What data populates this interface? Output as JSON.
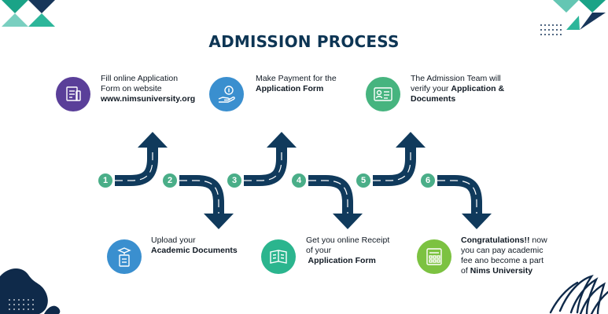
{
  "title": "ADMISSION PROCESS",
  "colors": {
    "navy": "#103a5c",
    "title": "#0d3554",
    "teal": "#2bb58e",
    "green": "#4aae88",
    "purple": "#5a3f99",
    "blue": "#3a8fcf",
    "green_icon": "#46b47f",
    "lime": "#7cc241"
  },
  "steps": [
    {
      "number": "1",
      "icon": "application-form-icon",
      "color": "#5a3f99",
      "lines": [
        {
          "a": "Fill online Application"
        },
        {
          "a": "Form on website"
        },
        {
          "b": "www.nimsuniversity.org"
        }
      ]
    },
    {
      "number": "2",
      "icon": "academic-documents-icon",
      "color": "#3a8fcf",
      "lines": [
        {
          "a": "Upload your"
        },
        {
          "b": "Academic Documents"
        }
      ]
    },
    {
      "number": "3",
      "icon": "payment-icon",
      "color": "#3a8fcf",
      "lines": [
        {
          "a": "Make Payment for the"
        },
        {
          "b": "Application Form"
        }
      ]
    },
    {
      "number": "4",
      "icon": "receipt-icon",
      "color": "#2bb58e",
      "lines": [
        {
          "a": "Get you online Receipt"
        },
        {
          "a": "of your"
        },
        {
          "b": " Application Form"
        }
      ]
    },
    {
      "number": "5",
      "icon": "verification-icon",
      "color": "#46b47f",
      "lines": [
        {
          "a": "The Admission Team will"
        },
        {
          "a": "verify your ",
          "b": "Application &"
        },
        {
          "b": "Documents"
        }
      ]
    },
    {
      "number": "6",
      "icon": "fee-payment-icon",
      "color": "#7cc241",
      "lines": [
        {
          "b": "Congratulations!! ",
          "a": "now"
        },
        {
          "a": "you can pay academic"
        },
        {
          "a": "fee ano become a part"
        },
        {
          "a": "of ",
          "b": "Nims University"
        }
      ]
    }
  ]
}
